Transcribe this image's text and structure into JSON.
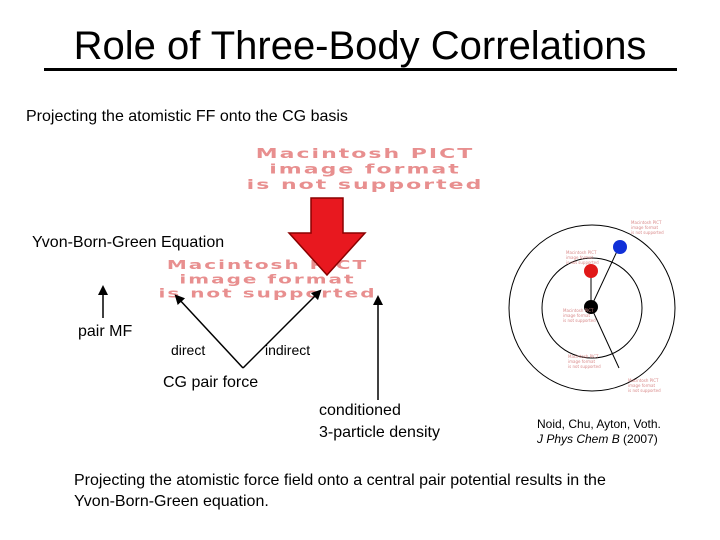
{
  "slide": {
    "title": "Role of Three-Body Correlations",
    "subtitle": "Projecting the atomistic FF onto the CG basis",
    "pict_placeholder_top": [
      "Macintosh PICT",
      "image format",
      "is not supported"
    ],
    "pict_placeholder_mid": [
      "Macintosh PICT",
      "image format",
      "is not supported"
    ],
    "equation_label": "Yvon-Born-Green Equation",
    "labels": {
      "pair_mf": "pair MF",
      "direct": "direct",
      "indirect": "indirect",
      "cg_pair_force": "CG pair force",
      "conditioned_line1": "conditioned",
      "conditioned_line2": "3-particle density"
    },
    "citation": {
      "authors": "Noid, Chu, Ayton, Voth.",
      "journal": "J Phys Chem B",
      "year": "(2007)"
    },
    "conclusion_line1": "Projecting the atomistic force field onto a central pair potential results in the",
    "conclusion_line2": "Yvon-Born-Green equation.",
    "colors": {
      "arrow": "#e8181f",
      "arrow_outline": "#8a0000",
      "blue_particle": "#1030d8",
      "red_particle": "#e01818",
      "black_particle": "#000000",
      "placeholder_text": "#e88f8f"
    }
  }
}
